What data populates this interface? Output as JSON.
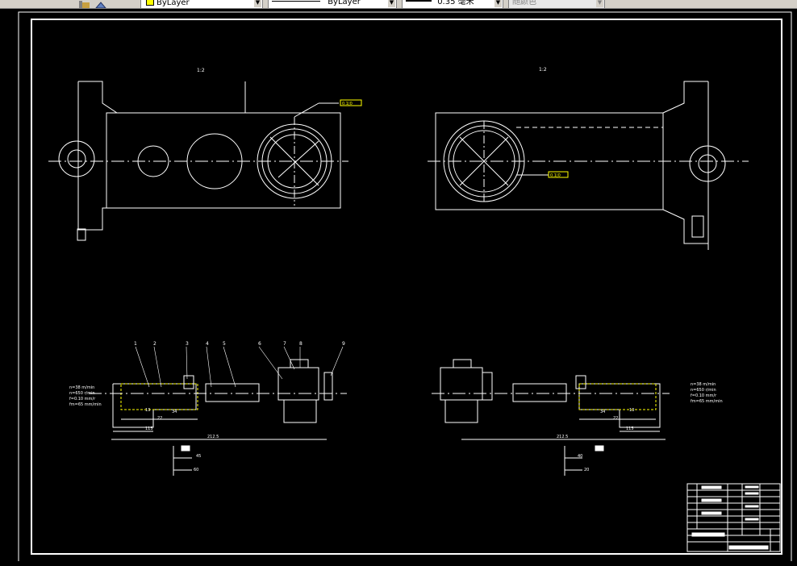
{
  "toolbar": {
    "layer_value": "ByLayer",
    "linetype_value": "ByLayer",
    "lineweight_value": "0.35 毫米",
    "plotstyle_value": "随颜色"
  },
  "colors": {
    "background": "#000000",
    "lines": "#ffffff",
    "highlight": "#ffff00"
  },
  "drawing": {
    "view_scale_left": "1:2",
    "view_scale_right": "1:2",
    "tolerance_left": "0.1|0",
    "tolerance_right": "0.1|0",
    "dims_left": [
      "115",
      "22",
      "34",
      "13",
      "212.5",
      "45",
      "60"
    ],
    "dims_right": [
      "115",
      "22",
      "34",
      "13",
      "212.5",
      "40",
      "20"
    ],
    "cut_params_left": [
      "n=38 m/min",
      "n=650 r/min",
      "f=0.10 mm/r",
      "fm=65 mm/min"
    ],
    "cut_params_right": [
      "n=38 m/min",
      "n=650 r/min",
      "f=0.10 mm/r",
      "fm=65 mm/min"
    ],
    "balloons": [
      "1",
      "2",
      "3",
      "4",
      "5",
      "6",
      "7",
      "8",
      "9"
    ]
  }
}
